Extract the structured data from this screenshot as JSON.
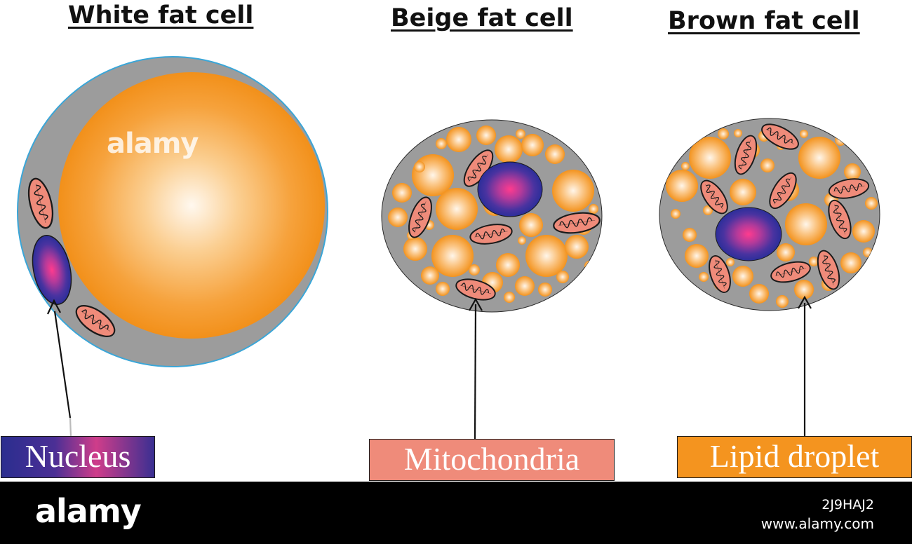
{
  "titles": {
    "white": "White fat cell",
    "beige": "Beige fat cell",
    "brown": "Brown fat cell"
  },
  "labels": {
    "nucleus": "Nucleus",
    "mitochondria": "Mitochondria",
    "lipid_droplet": "Lipid droplet"
  },
  "watermark": {
    "logo": "alamy",
    "image_id": "2J9HAJ2",
    "url": "www.alamy.com"
  },
  "colors": {
    "cytoplasm": "#9c9c9c",
    "lipid": "#f4941f",
    "mitochondria": "#ef8b7a",
    "nucleus": "#2b2e8f",
    "membrane": "#3aa6d8"
  }
}
